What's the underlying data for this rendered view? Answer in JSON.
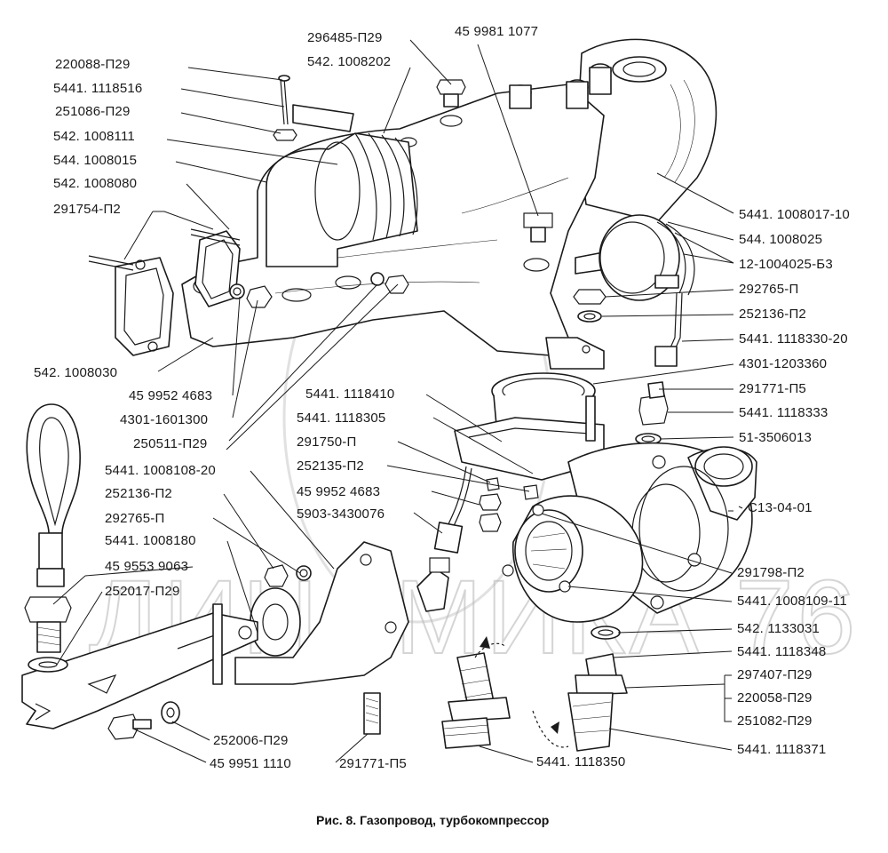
{
  "caption": "Рис. 8. Газопровод, турбокомпрессор",
  "watermark": "ДИНАМИКА 76",
  "parts": [
    {
      "id": "p01",
      "label": "296485-П29"
    },
    {
      "id": "p02",
      "label": "45 9981 1077"
    },
    {
      "id": "p03",
      "label": "542. 1008202"
    },
    {
      "id": "p04",
      "label": "220088-П29"
    },
    {
      "id": "p05",
      "label": "5441. 1118516"
    },
    {
      "id": "p06",
      "label": "251086-П29"
    },
    {
      "id": "p07",
      "label": "542. 1008111"
    },
    {
      "id": "p08",
      "label": "544. 1008015"
    },
    {
      "id": "p09",
      "label": "542. 1008080"
    },
    {
      "id": "p10",
      "label": "291754-П2"
    },
    {
      "id": "p11",
      "label": "542. 1008030"
    },
    {
      "id": "p12",
      "label": "45 9952 4683"
    },
    {
      "id": "p13",
      "label": "4301-1601300"
    },
    {
      "id": "p14",
      "label": "250511-П29"
    },
    {
      "id": "p15",
      "label": "5441. 1008017-10"
    },
    {
      "id": "p16",
      "label": "544. 1008025"
    },
    {
      "id": "p17",
      "label": "12-1004025-Б3"
    },
    {
      "id": "p18",
      "label": "292765-П"
    },
    {
      "id": "p19",
      "label": "252136-П2"
    },
    {
      "id": "p20",
      "label": "5441. 1118330-20"
    },
    {
      "id": "p21",
      "label": "4301-1203360"
    },
    {
      "id": "p22",
      "label": "291771-П5"
    },
    {
      "id": "p23",
      "label": "5441. 1118333"
    },
    {
      "id": "p24",
      "label": "51-3506013"
    },
    {
      "id": "p25",
      "label": "5441. 1118410"
    },
    {
      "id": "p26",
      "label": "5441. 1118305"
    },
    {
      "id": "p27",
      "label": "291750-П"
    },
    {
      "id": "p28",
      "label": "252135-П2"
    },
    {
      "id": "p29",
      "label": "45 9952 4683"
    },
    {
      "id": "p30",
      "label": "5903-3430076"
    },
    {
      "id": "p31",
      "label": "5441. 1008108-20"
    },
    {
      "id": "p32",
      "label": "252136-П2"
    },
    {
      "id": "p33",
      "label": "292765-П"
    },
    {
      "id": "p34",
      "label": "5441. 1008180"
    },
    {
      "id": "p35",
      "label": "45 9553 9063"
    },
    {
      "id": "p36",
      "label": "252017-П29"
    },
    {
      "id": "p37",
      "label": "С13-04-01"
    },
    {
      "id": "p38",
      "label": "291798-П2"
    },
    {
      "id": "p39",
      "label": "5441. 1008109-11"
    },
    {
      "id": "p40",
      "label": "542. 1133031"
    },
    {
      "id": "p41",
      "label": "5441. 1118348"
    },
    {
      "id": "p42",
      "label": "297407-П29"
    },
    {
      "id": "p43",
      "label": "220058-П29"
    },
    {
      "id": "p44",
      "label": "251082-П29"
    },
    {
      "id": "p45",
      "label": "5441. 1118371"
    },
    {
      "id": "p46",
      "label": "5441. 1118350"
    },
    {
      "id": "p47",
      "label": "252006-П29"
    },
    {
      "id": "p48",
      "label": "45 9951 1110"
    },
    {
      "id": "p49",
      "label": "291771-П5"
    }
  ]
}
